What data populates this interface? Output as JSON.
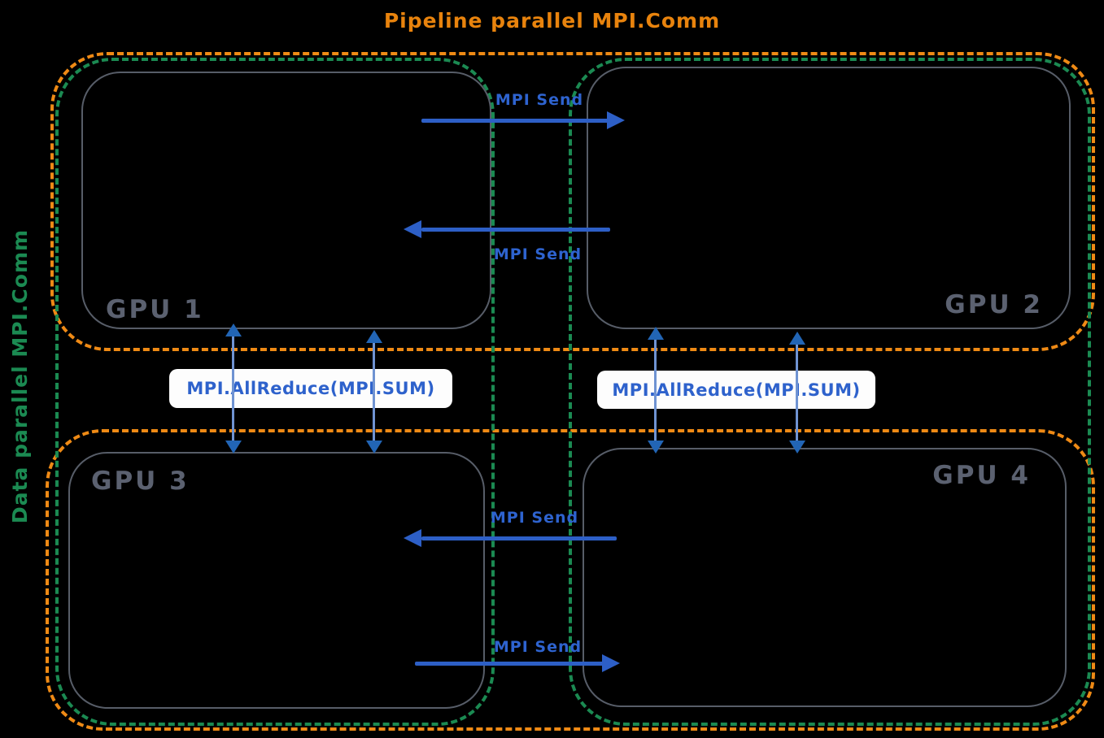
{
  "diagram": {
    "title": "Pipeline parallel MPI.Comm",
    "side_title": "Data parallel MPI.Comm"
  },
  "colors": {
    "pipeline_group_orange": "#ef8a15",
    "data_group_green": "#1b8a52",
    "arrow_blue": "#2d5fc6",
    "allreduce_text_blue": "#2e62cc",
    "gpu_border_gray": "#575d68",
    "gpu_label_gray": "#5b6170",
    "background": "#000000"
  },
  "gpus": [
    {
      "label": "GPU 1"
    },
    {
      "label": "GPU 2"
    },
    {
      "label": "GPU 3"
    },
    {
      "label": "GPU 4"
    }
  ],
  "send_arrows": [
    {
      "label": "MPI Send",
      "direction": "right"
    },
    {
      "label": "MPI Send",
      "direction": "left"
    },
    {
      "label": "MPI Send",
      "direction": "left"
    },
    {
      "label": "MPI Send",
      "direction": "right"
    }
  ],
  "allreduce_labels": [
    {
      "label": "MPI.AllReduce(MPI.SUM)"
    },
    {
      "label": "MPI.AllReduce(MPI.SUM)"
    }
  ]
}
